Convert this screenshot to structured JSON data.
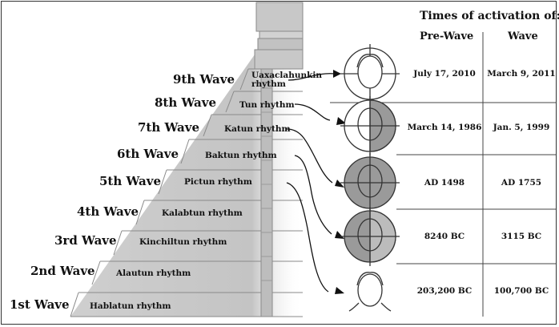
{
  "table": {
    "title": "Times of activation of:",
    "col_prewave": "Pre-Wave",
    "col_wave": "Wave"
  },
  "rows": [
    {
      "prewave": "July 17, 2010",
      "wave": "March 9, 2011"
    },
    {
      "prewave": "March 14, 1986",
      "wave": "Jan. 5, 1999"
    },
    {
      "prewave": "AD 1498",
      "wave": "AD 1755"
    },
    {
      "prewave": "8240 BC",
      "wave": "3115 BC"
    },
    {
      "prewave": "203,200 BC",
      "wave": "100,700 BC"
    }
  ],
  "waves": [
    {
      "wave": "1st Wave",
      "rhythm": "Hablatun rhythm"
    },
    {
      "wave": "2nd Wave",
      "rhythm": "Alautun rhythm"
    },
    {
      "wave": "3rd Wave",
      "rhythm": "Kinchiltun rhythm"
    },
    {
      "wave": "4th Wave",
      "rhythm": "Kalabtun rhythm"
    },
    {
      "wave": "5th Wave",
      "rhythm": "Pictun rhythm"
    },
    {
      "wave": "6th Wave",
      "rhythm": "Baktun rhythm"
    },
    {
      "wave": "7th Wave",
      "rhythm": "Katun rhythm"
    },
    {
      "wave": "8th Wave",
      "rhythm": "Tun rhythm"
    },
    {
      "wave": "9th Wave",
      "rhythm_line1": "Uaxaclahunkin",
      "rhythm_line2": "rhythm"
    }
  ],
  "colors": {
    "pyramid_light": "#d6d6d6",
    "pyramid_dark": "#a8a8a8",
    "face_shaded": "#9a9a9a"
  }
}
